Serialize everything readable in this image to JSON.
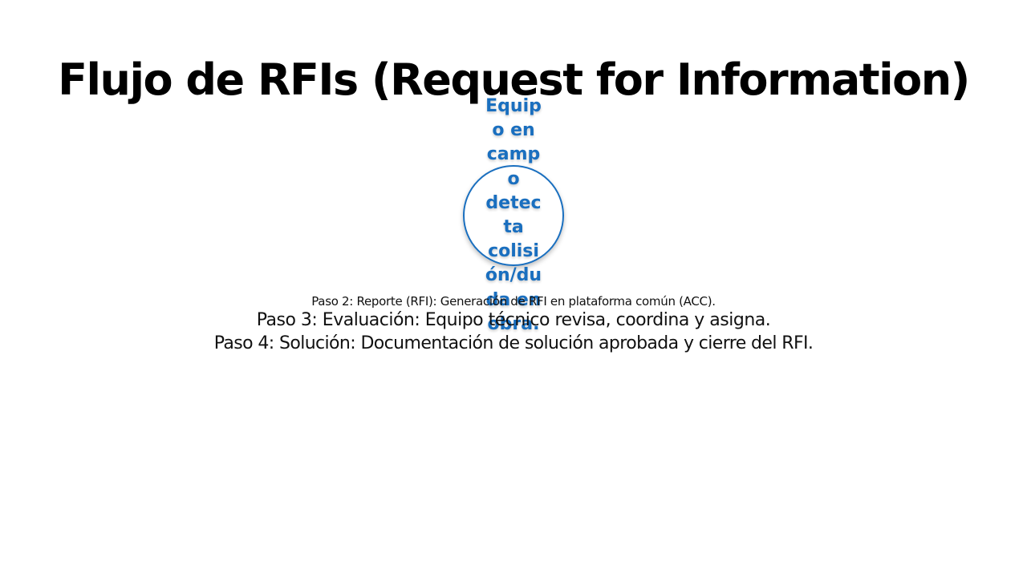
{
  "slide": {
    "title": "Flujo de RFIs (Request for Information)",
    "step1": {
      "lines": [
        "Equip",
        "o en",
        "camp",
        "o",
        "detec",
        "ta",
        "colisi",
        "ón/du",
        "da en",
        "obra."
      ],
      "accent_color": "#1a6fbf"
    },
    "steps": [
      "Paso 2: Reporte (RFI): Generación de RFI en plataforma común (ACC).",
      "Paso 3: Evaluación: Equipo técnico revisa, coordina y asigna.",
      "Paso 4: Solución: Documentación de solución aprobada y cierre del RFI."
    ]
  }
}
